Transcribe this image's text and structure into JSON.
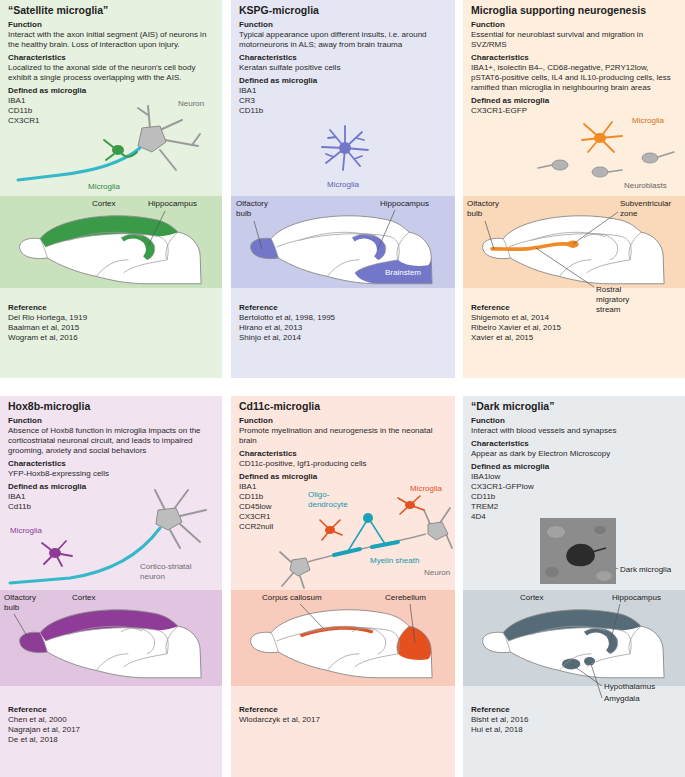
{
  "diagram": {
    "nodes": [
      {
        "text": [
          "“Satellite microglia”",
          "Function",
          "Interact with the axon initial segment (AIS) of neurons in the healthy brain. Loss of interaction upon injury.",
          "Characteristics",
          "Localized to the axonal side of the neuron's cell body exhibit a single process overlapping with the AIS.",
          "Defined as microglia",
          "IBA1",
          "CD11b",
          "CX3CR1",
          "Reference",
          "Del Rio Hortega, 1919",
          "Baalman et al, 2015",
          "Wogram et al, 2016"
        ]
      },
      {
        "text": [
          "KSPG-microglia",
          "Function",
          "Typical appearance upon different insults, i.e. around motorneurons in ALS; away from brain trauma",
          "Characteristics",
          "Keratan sulfate positive cells",
          "Defined as microglia",
          "IBA1",
          "CR3",
          "CD11b",
          "Reference",
          "Bertolotto et al, 1998, 1995",
          "Hirano et al, 2013",
          "Shinjo et al, 2014"
        ]
      },
      {
        "text": [
          "Microglia supporting neurogenesis",
          "Function",
          "Essential for neuroblast survival and migration in SVZ/RMS",
          "Characteristics",
          "IBA1+, isolectin B4–, CD68-negative, P2RY12low, pSTAT6-positive cells, IL4 and IL10-producing cells, less ramified than microglia in neighbouring brain areas",
          "Defined as microglia",
          "CX3CR1-EGFP",
          "Reference",
          "Shigemoto et al, 2014",
          "Ribeiro Xavier et al, 2015",
          "Xavier et al, 2015"
        ]
      },
      {
        "text": [
          "Hox8b-microglia",
          "Function",
          "Absence of Hoxb8 function in microglia impacts on the corticostriatal neuronal circuit, and leads to impaired grooming, anxiety and social behaviors",
          "Characteristics",
          "YFP-Hoxb8-expressing cells",
          "Defined as microglia",
          "IBA1",
          "Cd11b",
          "Reference",
          "Chen et al, 2000",
          "Nagrajan et al, 2017",
          "De et al, 2018"
        ]
      },
      {
        "text": [
          "Cd11c-microglia",
          "Function",
          "Promote myelination and neurogenesis in the neonatal brain",
          "Characteristics",
          "CD11c-positive, Igf1-producing cells",
          "Defined as microglia",
          "IBA1",
          "CD11b",
          "CD45low",
          "CX3CR1",
          "CCR2null",
          "Reference",
          "Wlodarczyk et al, 2017"
        ]
      },
      {
        "text": [
          "“Dark microglia”",
          "Function",
          "Interact with blood vessels and synapses",
          "Characteristics",
          "Appear as dark by Electron Microscopy",
          "Defined as microglia",
          "IBA1low",
          "CX3CR1-GFPlow",
          "CD11b",
          "TREM2",
          "4D4",
          "Reference",
          "Bisht et al, 2016",
          "Hui et al, 2018"
        ]
      }
    ],
    "labels": [
      "Neuron",
      "Microglia",
      "Cortex",
      "Hippocampus",
      "Microglia",
      "Olfactory bulb",
      "Hippocampus",
      "Brainstem",
      "Microglia",
      "Neuroblasts",
      "Olfactory bulb",
      "Subventricular zone",
      "Rostral migratory stream",
      "Microglia",
      "Cortico-striatal neuron",
      "Olfactory bulb",
      "Cortex",
      "Oligo-dendrocyte",
      "Myelin sheath",
      "Microglia",
      "Neuron",
      "Corpus callosum",
      "Cerebellum",
      "Dark microglia",
      "Cortex",
      "Hippocampus",
      "Hypothalamus",
      "Amygdala"
    ]
  }
}
